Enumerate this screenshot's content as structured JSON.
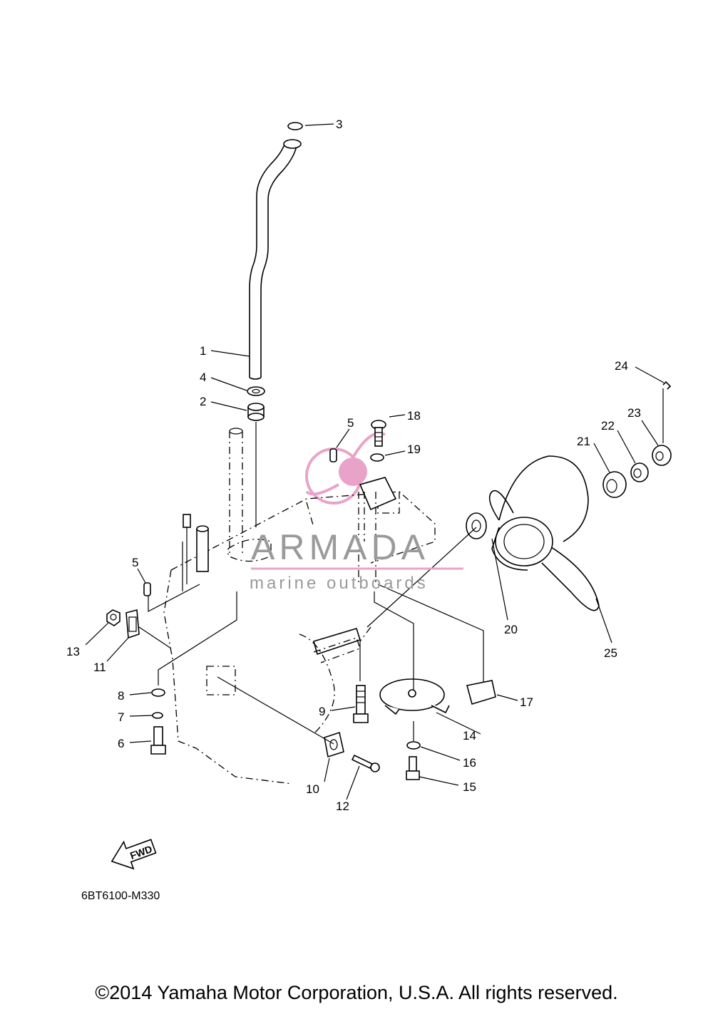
{
  "watermark": {
    "brand": "ARMADA",
    "tagline": "marine outboards",
    "logo_color": "#e9a3c9",
    "text_color": "#9a9a9a"
  },
  "diagram_code": "6BT6100-M330",
  "fwd_label": "FWD",
  "copyright": "©2014 Yamaha Motor Corporation, U.S.A. All rights reserved.",
  "callouts": {
    "c1": "1",
    "c2": "2",
    "c3": "3",
    "c4": "4",
    "c5a": "5",
    "c5b": "5",
    "c6": "6",
    "c7": "7",
    "c8": "8",
    "c9": "9",
    "c10": "10",
    "c11": "11",
    "c12": "12",
    "c13": "13",
    "c14": "14",
    "c15": "15",
    "c16": "16",
    "c17": "17",
    "c18": "18",
    "c19": "19",
    "c20": "20",
    "c21": "21",
    "c22": "22",
    "c23": "23",
    "c24": "24",
    "c25": "25"
  }
}
